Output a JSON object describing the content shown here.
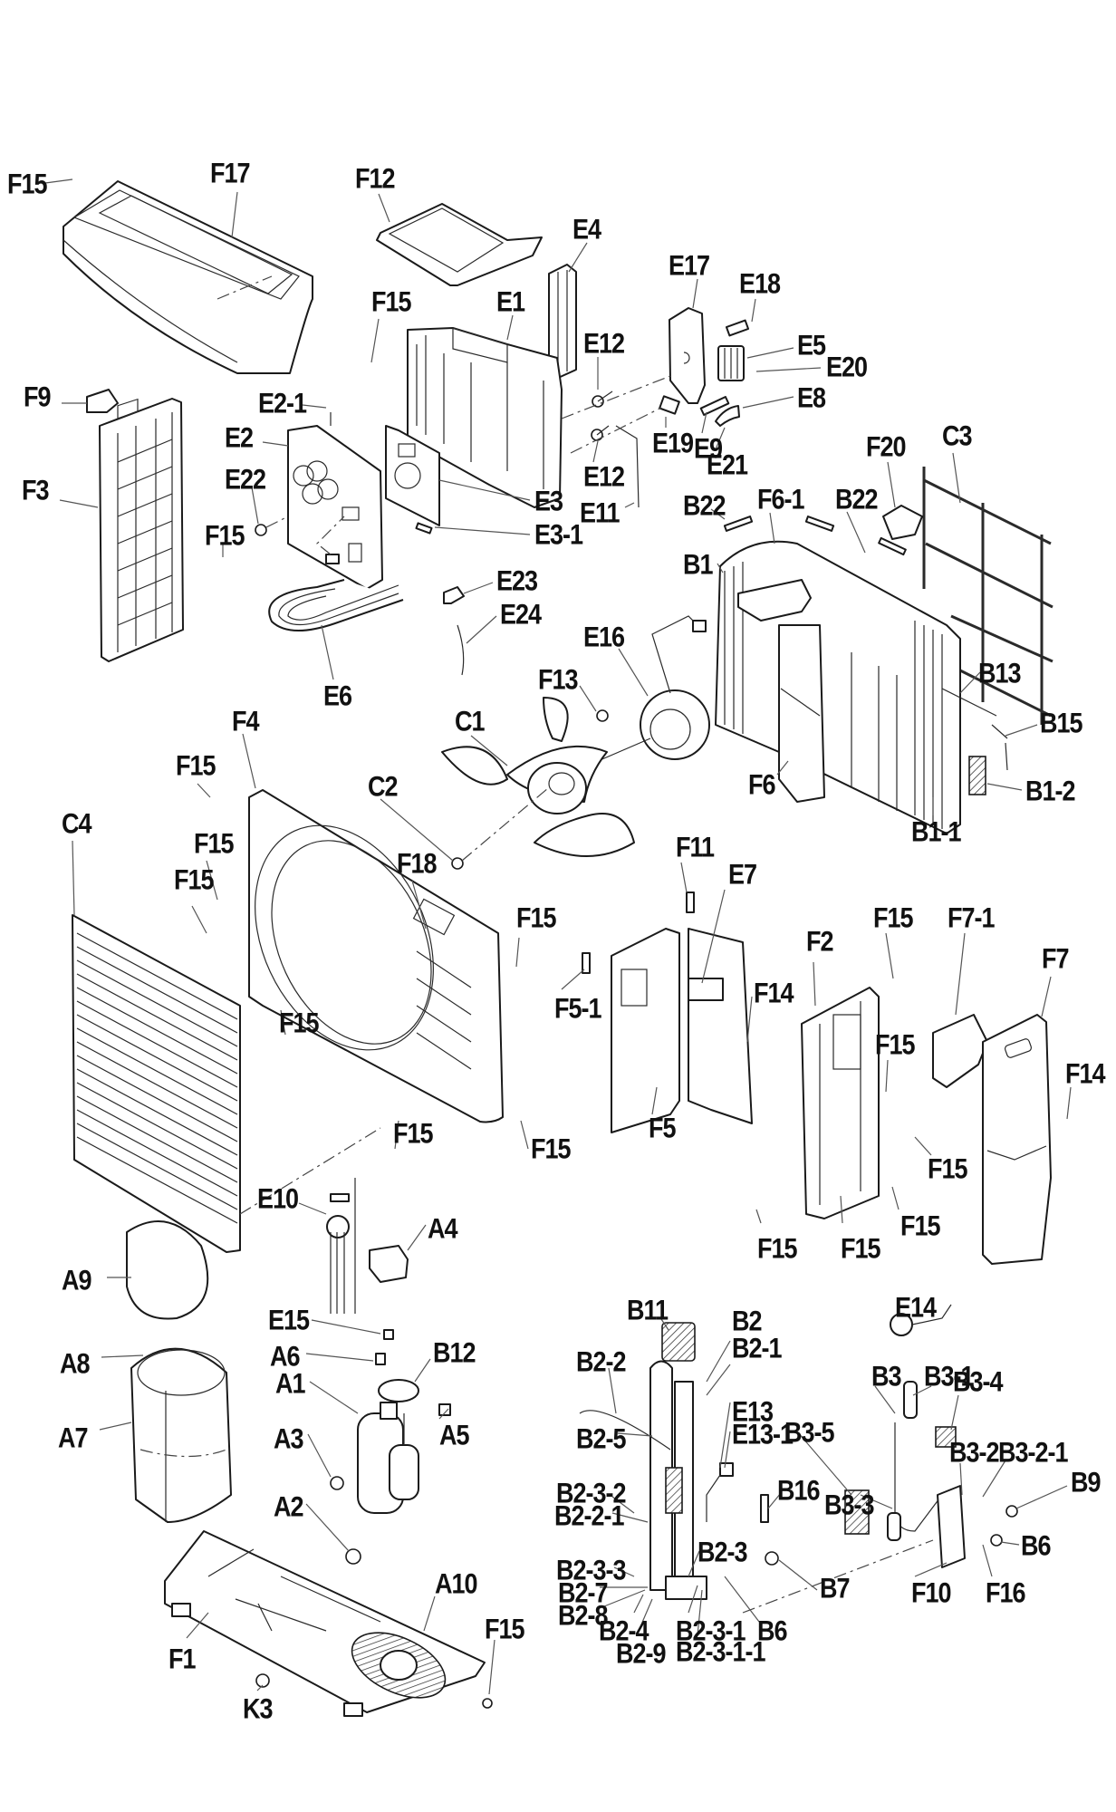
{
  "diagram": {
    "title": "Outdoor unit exploded parts view",
    "labels": [
      "F15",
      "F17",
      "F12",
      "E4",
      "E17",
      "E18",
      "E5",
      "E20",
      "E8",
      "E1",
      "F15",
      "E12",
      "E12",
      "E19",
      "E9",
      "E21",
      "E11",
      "F9",
      "E2-1",
      "E2",
      "E22",
      "F3",
      "F15",
      "E3",
      "E3-1",
      "E23",
      "E24",
      "E6",
      "B22",
      "F6-1",
      "B22",
      "F20",
      "C3",
      "B1",
      "E16",
      "F13",
      "B13",
      "B15",
      "F6",
      "B1-2",
      "B1-1",
      "F4",
      "C1",
      "C2",
      "F15",
      "C4",
      "F15",
      "F15",
      "F18",
      "F15",
      "F15",
      "F15",
      "F15",
      "F11",
      "E7",
      "F5-1",
      "F14",
      "F5",
      "F15",
      "F7-1",
      "F2",
      "F7",
      "F15",
      "F14",
      "F15",
      "F15",
      "F15",
      "F15",
      "E10",
      "A4",
      "A9",
      "E15",
      "A6",
      "B12",
      "A8",
      "A1",
      "A7",
      "A5",
      "A3",
      "A2",
      "A10",
      "F15",
      "F1",
      "K3",
      "B11",
      "B2",
      "B2-1",
      "B2-2",
      "E13",
      "E13-1",
      "B2-5",
      "B3-5",
      "B16",
      "B2-3-2",
      "B2-2-1",
      "B2-3",
      "B2-3-3",
      "B2-7",
      "B2-8",
      "B2-4",
      "B2-9",
      "B2-3-1",
      "B2-3-1-1",
      "B6",
      "B7",
      "E14",
      "B3",
      "B3-1",
      "B3-4",
      "B3-2",
      "B3-2-1",
      "B9",
      "B3-3",
      "B6",
      "F10",
      "F16"
    ]
  },
  "colors": {
    "line": "#1a1a1a",
    "background": "#ffffff",
    "text": "#111111"
  }
}
